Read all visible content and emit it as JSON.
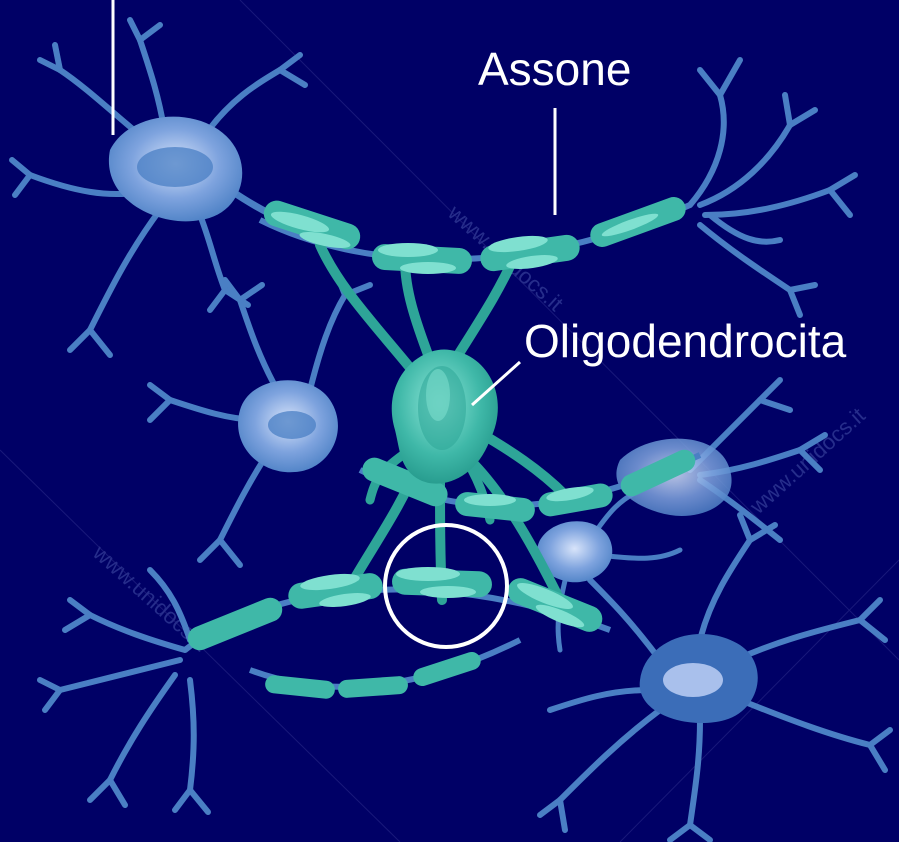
{
  "labels": {
    "axon": "Assone",
    "oligodendrocyte": "Oligodendrocita"
  },
  "watermark": "www.unidocs.it",
  "colors": {
    "background": "#000066",
    "neuron": "#4a7fc4",
    "neuron_light": "#c8d8f4",
    "myelin": "#3fb8a8",
    "myelin_light": "#7fe0d0",
    "oligodendrocyte": "#2ea598",
    "label": "#ffffff",
    "highlight_circle": "#ffffff"
  },
  "icons": {
    "neuron": "neuron-cell-icon",
    "oligodendrocyte": "oligodendrocyte-cell-icon",
    "myelin": "myelin-sheath-icon"
  }
}
